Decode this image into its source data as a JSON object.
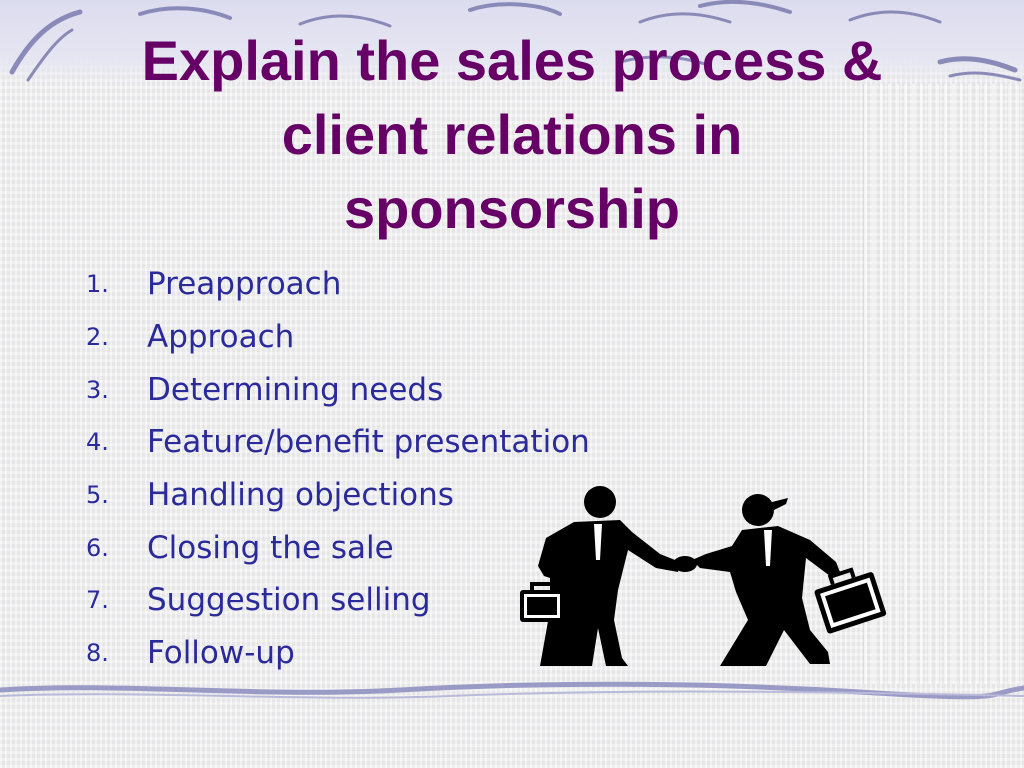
{
  "slide": {
    "title_lines": [
      "Explain the sales process &",
      "client relations in",
      "sponsorship"
    ],
    "steps": [
      {
        "number": "1.",
        "label": "Preapproach"
      },
      {
        "number": "2.",
        "label": "Approach"
      },
      {
        "number": "3.",
        "label": "Determining needs"
      },
      {
        "number": "4.",
        "label": "Feature/benefit presentation"
      },
      {
        "number": "5.",
        "label": "Handling objections"
      },
      {
        "number": "6.",
        "label": "Closing the sale"
      },
      {
        "number": "7.",
        "label": "Suggestion selling"
      },
      {
        "number": "8.",
        "label": "Follow-up"
      }
    ],
    "colors": {
      "title": "#660066",
      "list_text": "#2a2a9a",
      "accent_swirl": "#8a8ab8",
      "clipart": "#000000"
    },
    "clipart_icon": "handshake-businessmen-icon"
  }
}
